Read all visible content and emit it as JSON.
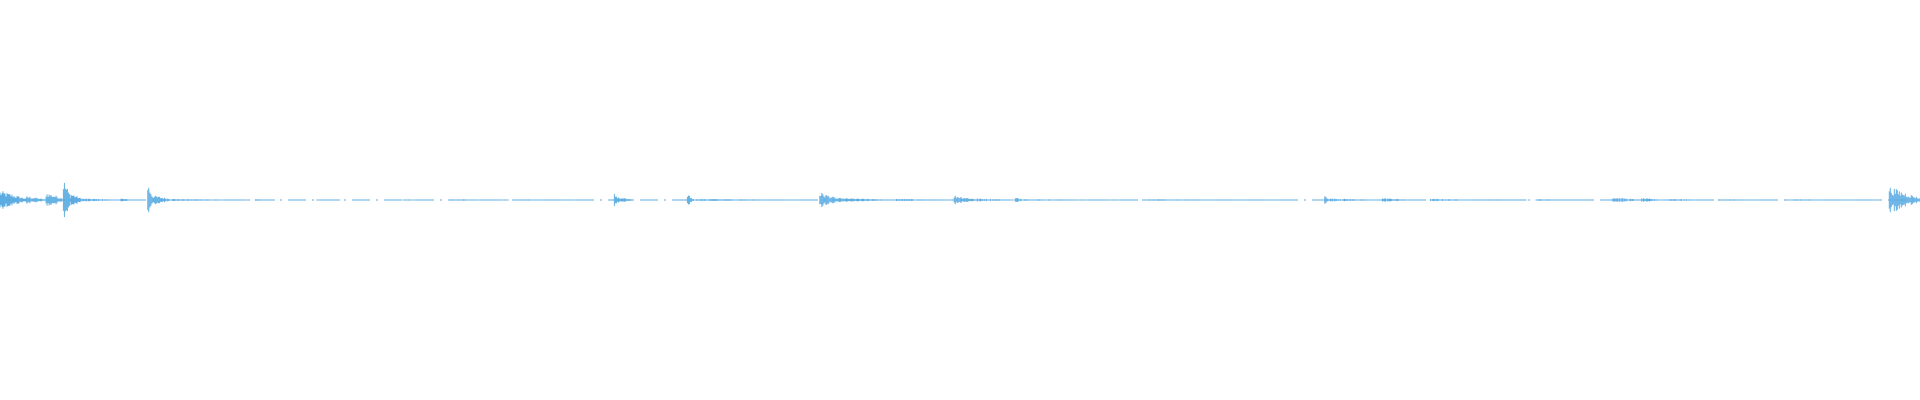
{
  "waveform": {
    "color": "#5dade2",
    "baseline_color": "#5dade2",
    "segments": [
      {
        "t": 0.0,
        "amp": 0.024,
        "dur": 0.014
      },
      {
        "t": 0.014,
        "amp": 0.01,
        "dur": 0.01
      },
      {
        "t": 0.024,
        "amp": 0.02,
        "dur": 0.01
      },
      {
        "t": 0.033,
        "amp": 0.055,
        "dur": 0.004
      },
      {
        "t": 0.037,
        "amp": 0.018,
        "dur": 0.006
      },
      {
        "t": 0.043,
        "amp": 0.004,
        "dur": 0.02
      },
      {
        "t": 0.063,
        "amp": 0.004,
        "dur": 0.006
      },
      {
        "t": 0.077,
        "amp": 0.045,
        "dur": 0.003
      },
      {
        "t": 0.08,
        "amp": 0.012,
        "dur": 0.01
      },
      {
        "t": 0.09,
        "amp": 0.003,
        "dur": 0.04
      },
      {
        "t": 0.133,
        "amp": 0.002,
        "dur": 0.01
      },
      {
        "t": 0.165,
        "amp": 0.002,
        "dur": 0.012
      },
      {
        "t": 0.21,
        "amp": 0.002,
        "dur": 0.01
      },
      {
        "t": 0.235,
        "amp": 0.002,
        "dur": 0.03
      },
      {
        "t": 0.27,
        "amp": 0.002,
        "dur": 0.03
      },
      {
        "t": 0.32,
        "amp": 0.016,
        "dur": 0.004
      },
      {
        "t": 0.324,
        "amp": 0.006,
        "dur": 0.006
      },
      {
        "t": 0.358,
        "amp": 0.018,
        "dur": 0.003
      },
      {
        "t": 0.361,
        "amp": 0.003,
        "dur": 0.065
      },
      {
        "t": 0.427,
        "amp": 0.02,
        "dur": 0.01
      },
      {
        "t": 0.437,
        "amp": 0.005,
        "dur": 0.03
      },
      {
        "t": 0.467,
        "amp": 0.003,
        "dur": 0.03
      },
      {
        "t": 0.497,
        "amp": 0.012,
        "dur": 0.012
      },
      {
        "t": 0.509,
        "amp": 0.004,
        "dur": 0.02
      },
      {
        "t": 0.529,
        "amp": 0.006,
        "dur": 0.008
      },
      {
        "t": 0.54,
        "amp": 0.002,
        "dur": 0.05
      },
      {
        "t": 0.595,
        "amp": 0.002,
        "dur": 0.08
      },
      {
        "t": 0.69,
        "amp": 0.012,
        "dur": 0.003
      },
      {
        "t": 0.693,
        "amp": 0.004,
        "dur": 0.025
      },
      {
        "t": 0.72,
        "amp": 0.005,
        "dur": 0.015
      },
      {
        "t": 0.745,
        "amp": 0.003,
        "dur": 0.03
      },
      {
        "t": 0.775,
        "amp": 0.002,
        "dur": 0.02
      },
      {
        "t": 0.8,
        "amp": 0.002,
        "dur": 0.03
      },
      {
        "t": 0.84,
        "amp": 0.007,
        "dur": 0.014
      },
      {
        "t": 0.855,
        "amp": 0.005,
        "dur": 0.012
      },
      {
        "t": 0.87,
        "amp": 0.003,
        "dur": 0.02
      },
      {
        "t": 0.895,
        "amp": 0.002,
        "dur": 0.03
      },
      {
        "t": 0.93,
        "amp": 0.002,
        "dur": 0.05
      },
      {
        "t": 0.984,
        "amp": 0.034,
        "dur": 0.016
      }
    ]
  }
}
